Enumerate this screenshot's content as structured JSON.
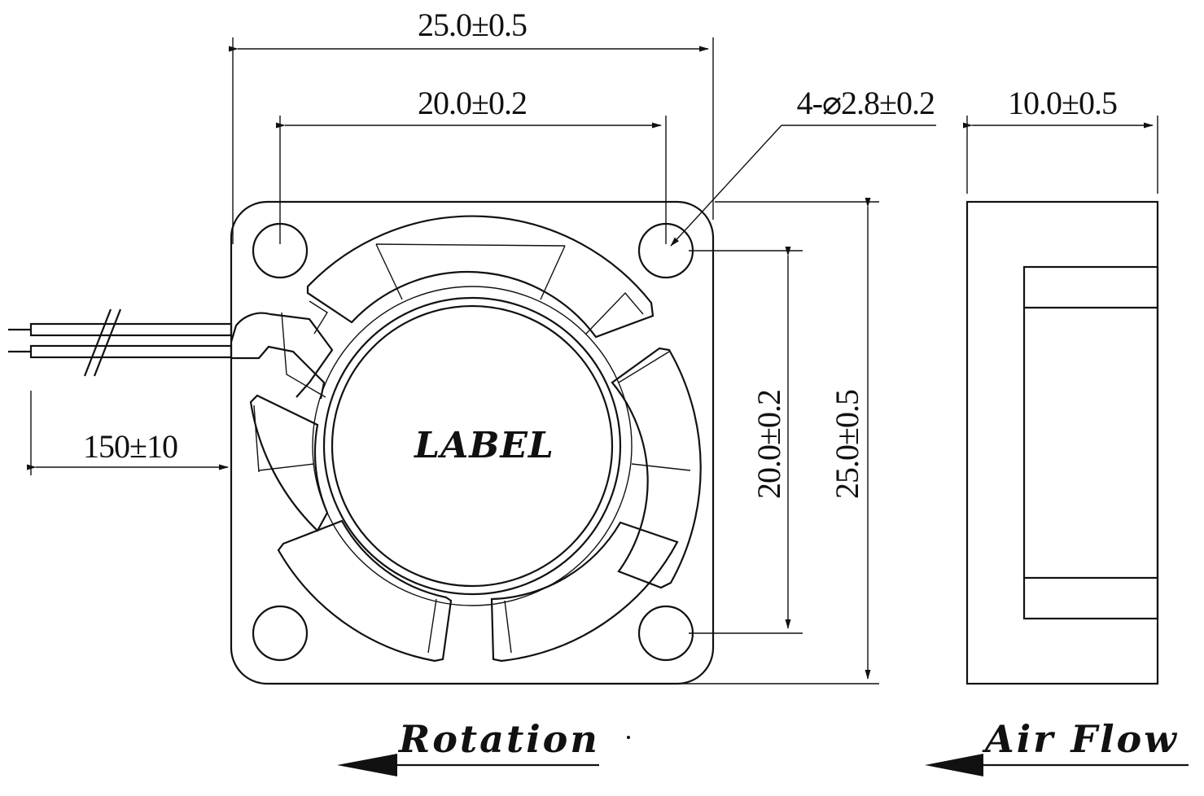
{
  "dimensions": {
    "overall_width": "25.0±0.5",
    "hole_spacing_horizontal": "20.0±0.2",
    "hole_callout": "4-⌀2.8±0.2",
    "depth": "10.0±0.5",
    "hole_spacing_vertical": "20.0±0.2",
    "overall_height": "25.0±0.5",
    "lead_length": "150±10"
  },
  "labels": {
    "hub": "LABEL",
    "rotation": "Rotation",
    "air_flow": "Air Flow"
  }
}
